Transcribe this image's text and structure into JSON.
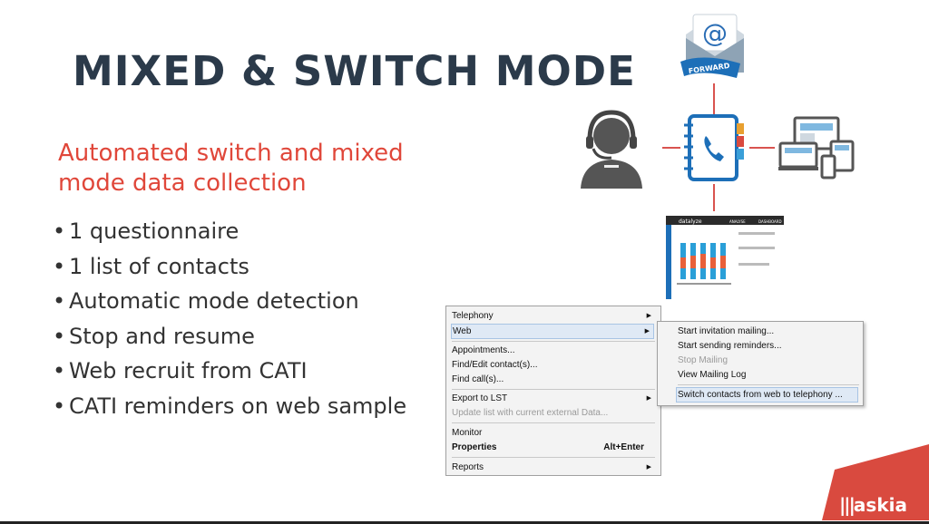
{
  "slide": {
    "title": "MIXED & SWITCH MODE",
    "subtitle": "Automated switch and mixed mode data collection",
    "bullets": [
      "1 questionnaire",
      "1 list of contacts",
      "Automatic mode detection",
      "Stop and resume",
      "Web recruit from CATI",
      "CATI reminders on web sample"
    ]
  },
  "diagram": {
    "email_icon_label": "FORWARD",
    "email_symbol": "@",
    "dashboard_brand": "datalyze",
    "dashboard_tabs": [
      "ANALYSE",
      "DASHBOARD"
    ]
  },
  "context_menu": {
    "items": [
      {
        "label": "Telephony",
        "submenu": true
      },
      {
        "label": "Web",
        "submenu": true,
        "highlighted": true
      },
      {
        "label": "Appointments..."
      },
      {
        "label": "Find/Edit contact(s)..."
      },
      {
        "label": "Find call(s)..."
      },
      {
        "label": "Export to LST",
        "submenu": true
      },
      {
        "label": "Update list with current external Data...",
        "disabled": true
      },
      {
        "label": "Monitor"
      },
      {
        "label": "Properties",
        "shortcut": "Alt+Enter",
        "bold": true
      },
      {
        "label": "Reports",
        "submenu": true
      }
    ]
  },
  "web_submenu": {
    "items": [
      {
        "label": "Start invitation mailing..."
      },
      {
        "label": "Start sending reminders..."
      },
      {
        "label": "Stop Mailing",
        "disabled": true
      },
      {
        "label": "View Mailing Log"
      },
      {
        "label": "Switch contacts from web to telephony ...",
        "highlighted": true
      }
    ]
  },
  "logo": {
    "text": "askia"
  },
  "colors": {
    "title": "#2b3a4a",
    "accent": "#e0473a",
    "menu_highlight": "#dfe9f5",
    "logo_bg": "#d94a3f"
  }
}
